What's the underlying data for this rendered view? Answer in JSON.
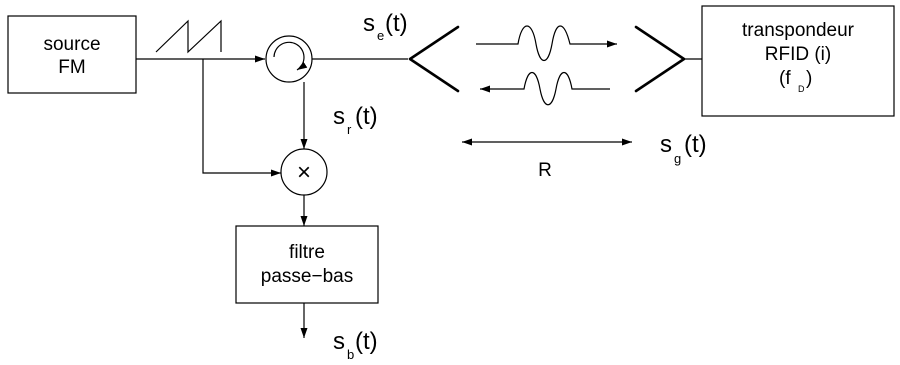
{
  "blocks": {
    "source": {
      "line1": "source",
      "line2": "FM"
    },
    "filter": {
      "line1": "filtre",
      "line2": "passe−bas"
    },
    "transponder": {
      "line1": "transpondeur",
      "line2": "RFID (i)",
      "line3_open": "(f",
      "line3_sub": "D",
      "line3_close": ")"
    }
  },
  "signals": {
    "se": {
      "base": "s",
      "sub": "e",
      "arg": "(t)"
    },
    "sr": {
      "base": "s",
      "sub": "r",
      "arg": "(t)"
    },
    "sb": {
      "base": "s",
      "sub": "b",
      "arg": "(t)"
    },
    "sg": {
      "base": "s",
      "sub": "g",
      "arg": "(t)"
    }
  },
  "distance_label": "R",
  "symbols": {
    "mixer": "×"
  }
}
